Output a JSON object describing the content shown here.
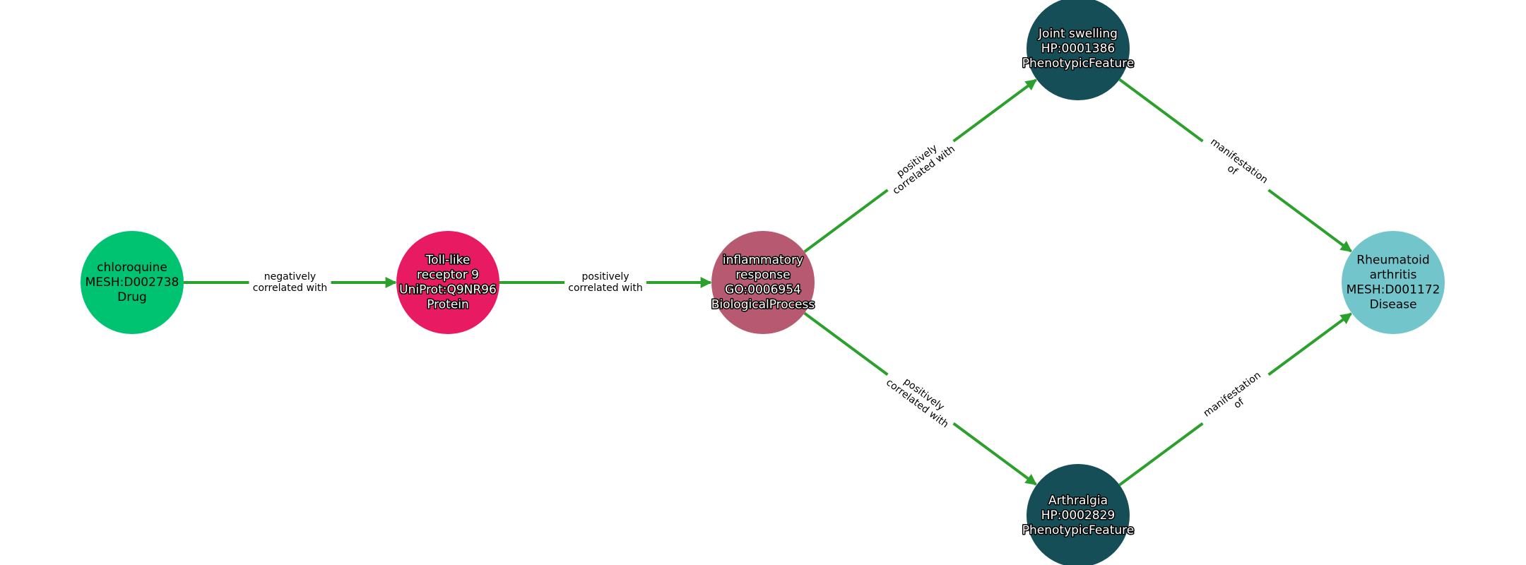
{
  "colors": {
    "edge": "#2CA02C"
  },
  "nodes": [
    {
      "id": "chloroquine",
      "lines": [
        "chloroquine",
        "MESH:D002738",
        "Drug"
      ],
      "color": "#00C371",
      "text_style": "plain"
    },
    {
      "id": "tlr9",
      "lines": [
        "Toll-like",
        "receptor 9",
        "UniProt:Q9NR96",
        "Protein"
      ],
      "color": "#E71A62",
      "text_style": "halo"
    },
    {
      "id": "inflammatory",
      "lines": [
        "inflammatory",
        "response",
        "GO:0006954",
        "BiologicalProcess"
      ],
      "color": "#B75970",
      "text_style": "halo"
    },
    {
      "id": "joint_swelling",
      "lines": [
        "Joint swelling",
        "HP:0001386",
        "PhenotypicFeature"
      ],
      "color": "#154E56",
      "text_style": "halo"
    },
    {
      "id": "arthralgia",
      "lines": [
        "Arthralgia",
        "HP:0002829",
        "PhenotypicFeature"
      ],
      "color": "#154E56",
      "text_style": "halo"
    },
    {
      "id": "ra",
      "lines": [
        "Rheumatoid",
        "arthritis",
        "MESH:D001172",
        "Disease"
      ],
      "color": "#72C6CB",
      "text_style": "plain"
    }
  ],
  "edges": [
    {
      "source": "chloroquine",
      "target": "tlr9",
      "label": [
        "negatively",
        "correlated with"
      ]
    },
    {
      "source": "tlr9",
      "target": "inflammatory",
      "label": [
        "positively",
        "correlated with"
      ]
    },
    {
      "source": "inflammatory",
      "target": "joint_swelling",
      "label": [
        "positively",
        "correlated with"
      ]
    },
    {
      "source": "inflammatory",
      "target": "arthralgia",
      "label": [
        "positively",
        "correlated with"
      ]
    },
    {
      "source": "joint_swelling",
      "target": "ra",
      "label": [
        "manifestation",
        "of"
      ]
    },
    {
      "source": "arthralgia",
      "target": "ra",
      "label": [
        "manifestation",
        "of"
      ]
    }
  ]
}
